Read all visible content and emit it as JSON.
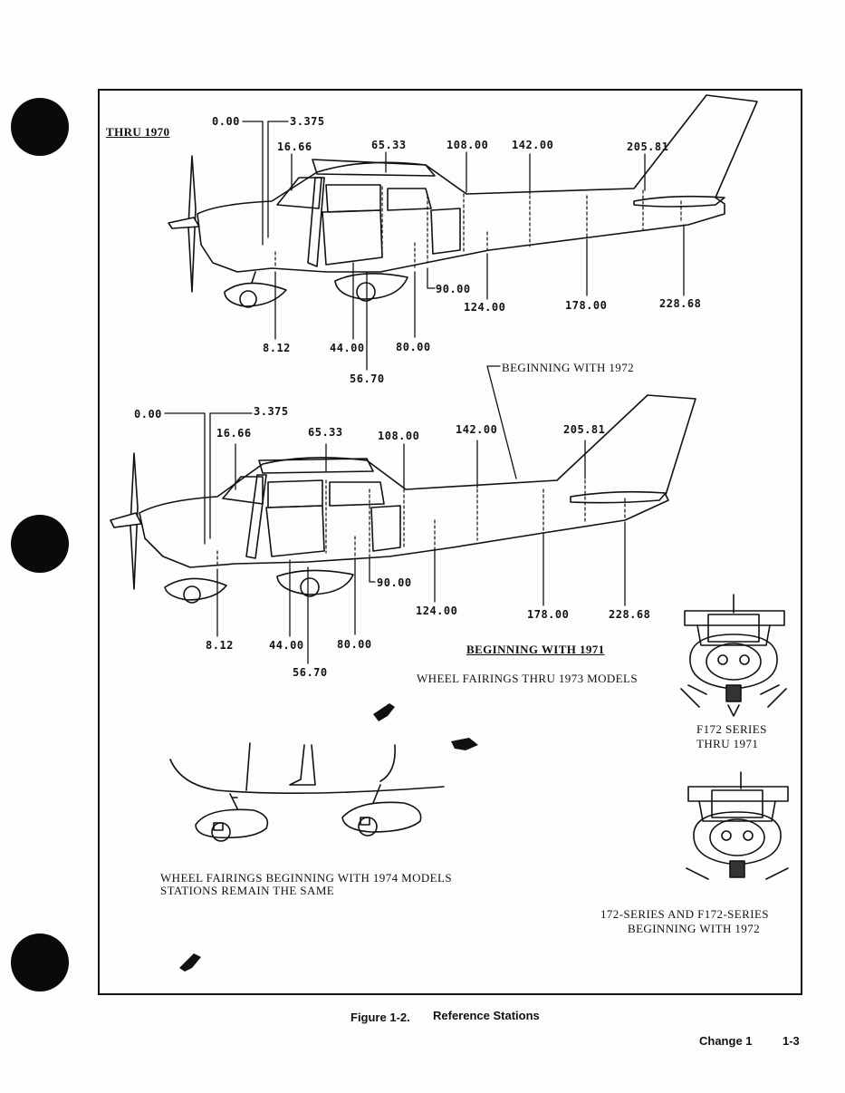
{
  "diagram1": {
    "heading": "THRU 1970",
    "stations": {
      "s0": "0.00",
      "s3375": "3.375",
      "s1666": "16.66",
      "s6533": "65.33",
      "s108": "108.00",
      "s142": "142.00",
      "s20581": "205.81",
      "s812": "8.12",
      "s44": "44.00",
      "s5670": "56.70",
      "s80": "80.00",
      "s90": "90.00",
      "s124": "124.00",
      "s178": "178.00",
      "s22868": "228.68"
    }
  },
  "diagram2": {
    "callout": "BEGINNING WITH 1972",
    "heading": "BEGINNING WITH 1971",
    "stations": {
      "s0": "0.00",
      "s3375": "3.375",
      "s1666": "16.66",
      "s6533": "65.33",
      "s108": "108.00",
      "s142": "142.00",
      "s20581": "205.81",
      "s812": "8.12",
      "s44": "44.00",
      "s5670": "56.70",
      "s80": "80.00",
      "s90": "90.00",
      "s124": "124.00",
      "s178": "178.00",
      "s22868": "228.68"
    }
  },
  "notes": {
    "fairings_old": "WHEEL FAIRINGS THRU 1973 MODELS",
    "fairings_new_1": "WHEEL FAIRINGS BEGINNING WITH 1974 MODELS",
    "fairings_new_2": "STATIONS REMAIN THE SAME",
    "front1_line1": "F172 SERIES",
    "front1_line2": "THRU 1971",
    "front2_line1": "172-SERIES AND F172-SERIES",
    "front2_line2": "BEGINNING WITH 1972"
  },
  "footer": {
    "figure": "Figure 1-2.",
    "figure_title": "Reference Stations",
    "change": "Change 1",
    "page": "1-3"
  }
}
